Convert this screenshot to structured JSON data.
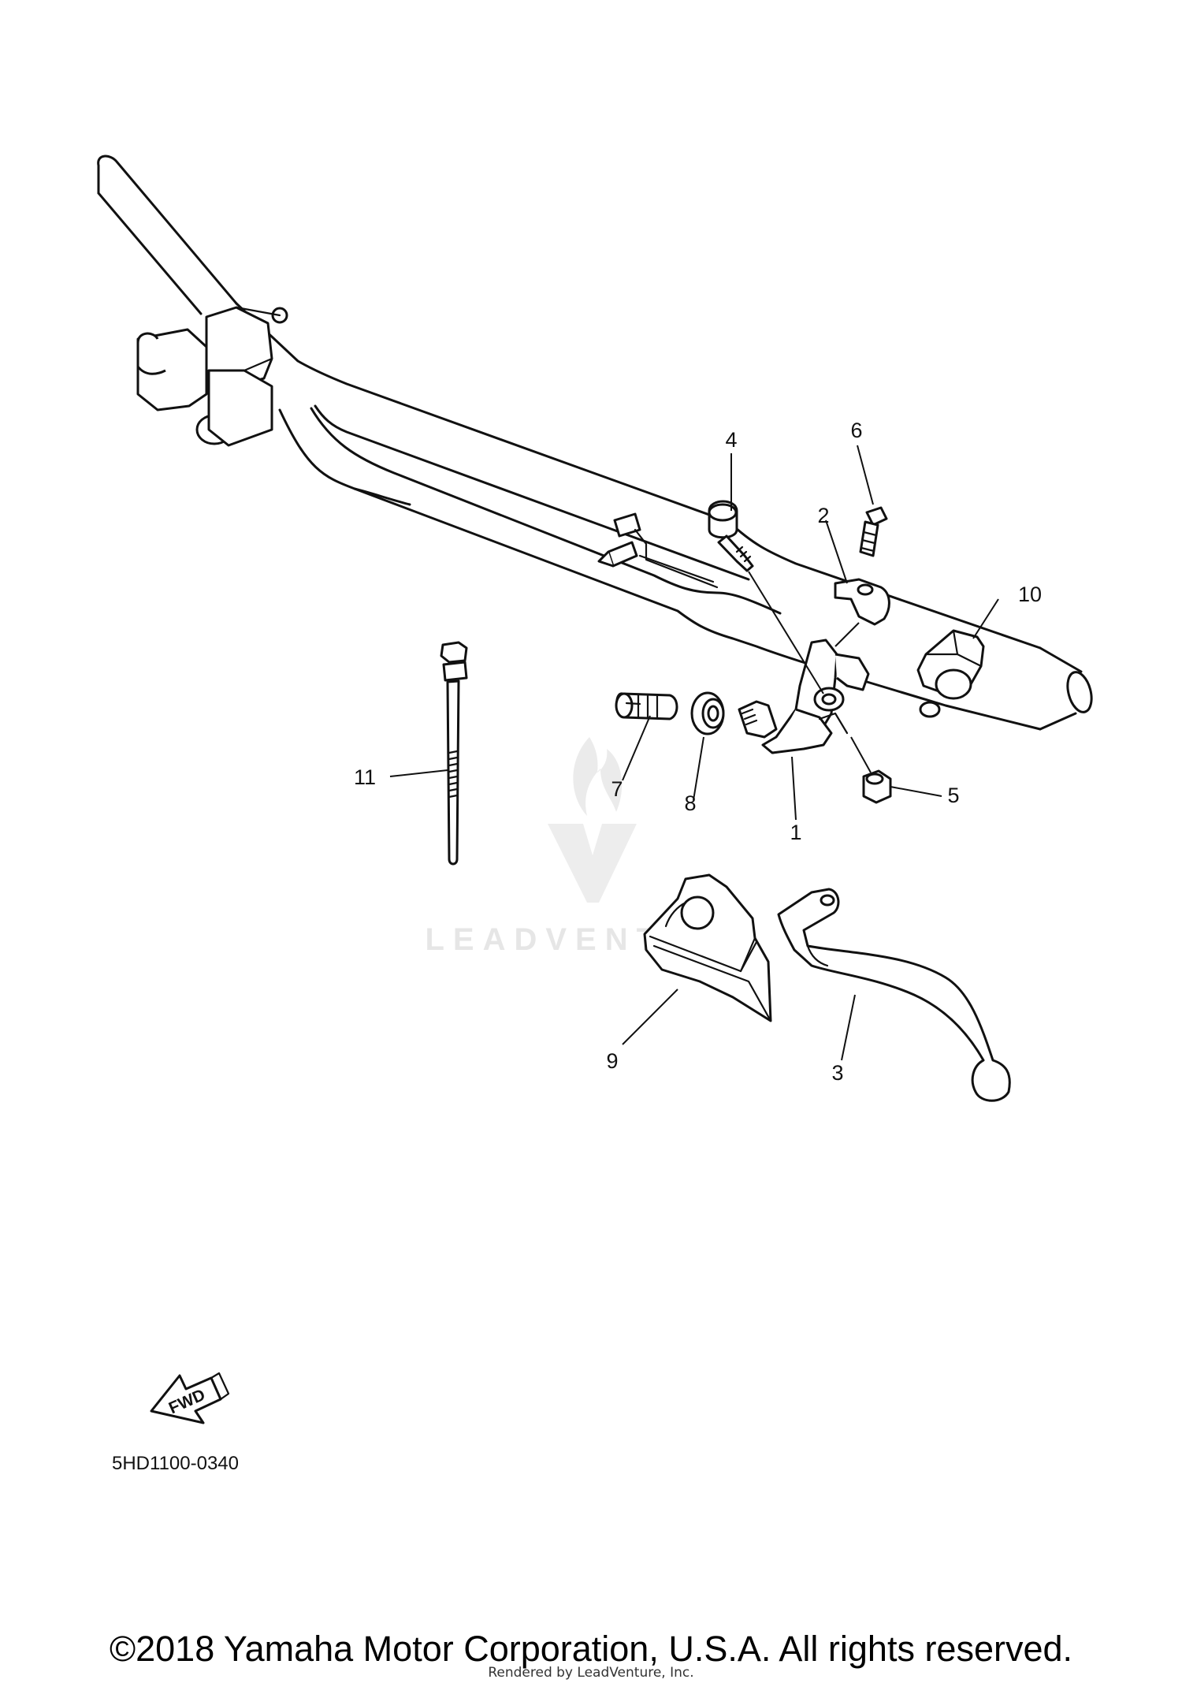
{
  "watermark": {
    "text": "LEADVENTURE"
  },
  "callouts": [
    {
      "id": "1",
      "label": "1"
    },
    {
      "id": "2",
      "label": "2"
    },
    {
      "id": "3",
      "label": "3"
    },
    {
      "id": "4",
      "label": "4"
    },
    {
      "id": "5",
      "label": "5"
    },
    {
      "id": "6",
      "label": "6"
    },
    {
      "id": "7",
      "label": "7"
    },
    {
      "id": "8",
      "label": "8"
    },
    {
      "id": "9",
      "label": "9"
    },
    {
      "id": "10",
      "label": "10"
    },
    {
      "id": "11",
      "label": "11"
    }
  ],
  "fwd_arrow": {
    "label": "FWD"
  },
  "diagram_code": "5HD1100-0340",
  "footer": {
    "copyright": "©2018 Yamaha Motor Corporation, U.S.A. All rights reserved.",
    "rendered_by": "Rendered by LeadVenture, Inc."
  }
}
